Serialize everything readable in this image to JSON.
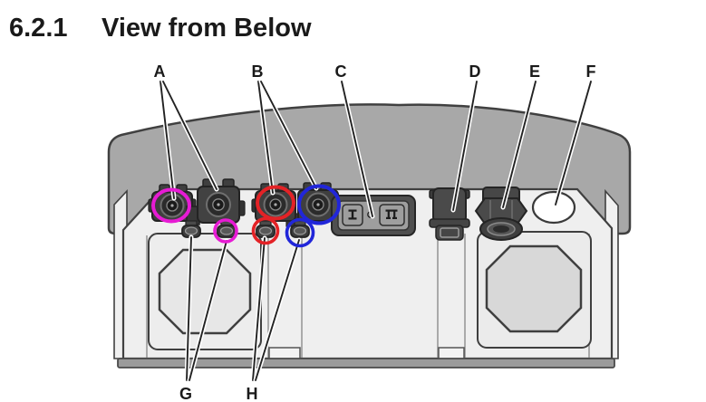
{
  "heading": {
    "number": "6.2.1",
    "title": "View from Below"
  },
  "diagram": {
    "labels": [
      {
        "id": "A"
      },
      {
        "id": "B"
      },
      {
        "id": "C"
      },
      {
        "id": "D"
      },
      {
        "id": "E"
      },
      {
        "id": "F"
      },
      {
        "id": "G"
      },
      {
        "id": "H"
      }
    ],
    "colors": {
      "magenta": "#e71bd4",
      "red": "#e32226",
      "blue": "#2126d9"
    }
  }
}
